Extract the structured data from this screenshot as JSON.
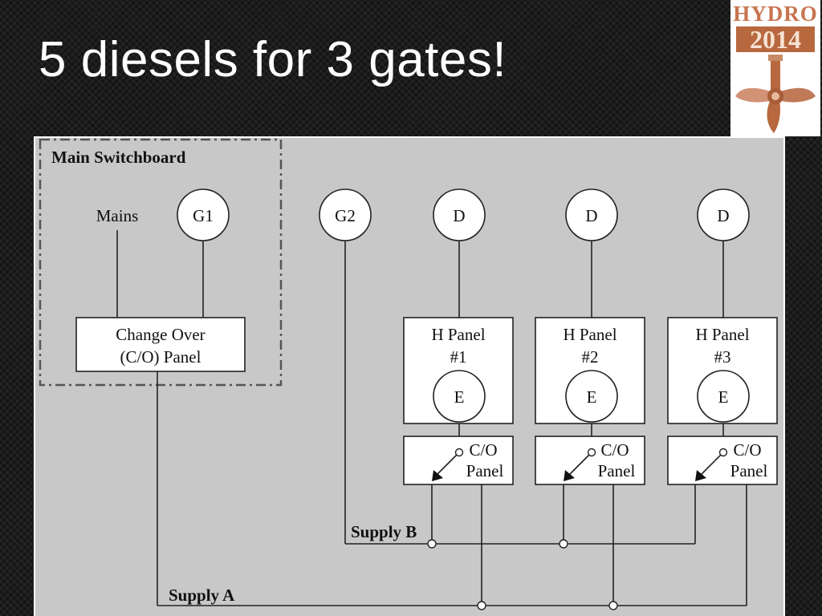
{
  "slide": {
    "title": "5 diesels for 3 gates!"
  },
  "logo": {
    "word": "HYDRO",
    "year": "2014"
  },
  "diagram": {
    "main_switchboard_label": "Main Switchboard",
    "mains_label": "Mains",
    "g1_label": "G1",
    "g2_label": "G2",
    "change_over_panel": {
      "line1": "Change Over",
      "line2": "(C/O) Panel"
    },
    "diesels": [
      {
        "label": "D"
      },
      {
        "label": "D"
      },
      {
        "label": "D"
      }
    ],
    "h_panels": [
      {
        "line1": "H Panel",
        "line2": "#1",
        "engine": "E",
        "co_line1": "C/O",
        "co_line2": "Panel"
      },
      {
        "line1": "H Panel",
        "line2": "#2",
        "engine": "E",
        "co_line1": "C/O",
        "co_line2": "Panel"
      },
      {
        "line1": "H Panel",
        "line2": "#3",
        "engine": "E",
        "co_line1": "C/O",
        "co_line2": "Panel"
      }
    ],
    "supply_a_label": "Supply A",
    "supply_b_label": "Supply B"
  }
}
